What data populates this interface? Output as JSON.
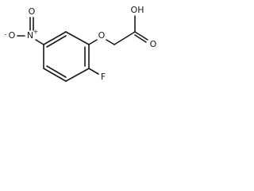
{
  "structure": {
    "atoms": {
      "hydroxyl": "OH",
      "carbonyl_oxygen": "O",
      "ether_oxygen": "O",
      "fluorine": "F",
      "nitro_oxygen_top": "O",
      "nitro_oxygen_left": "O",
      "nitro_nitrogen": "N",
      "nitro_positive_charge": "+",
      "nitro_negative_charge": "-"
    },
    "bond_color": "#1a1a1a"
  }
}
